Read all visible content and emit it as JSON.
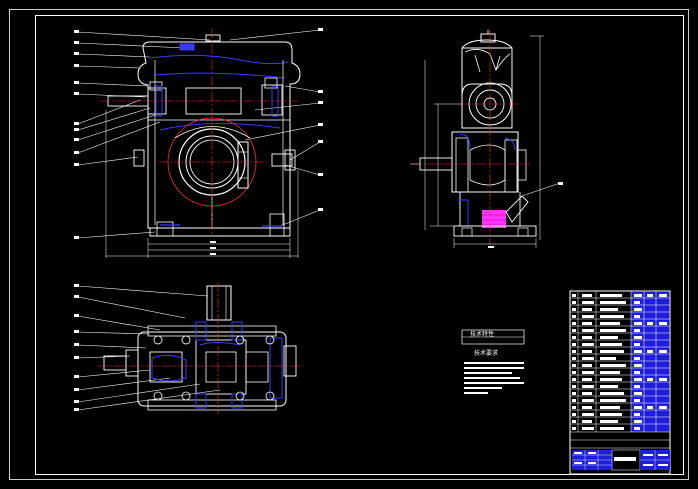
{
  "drawing": {
    "background": "#000000",
    "colors": {
      "outline": "#ffffff",
      "center_line": "#ff2a2a",
      "hidden_line": "#3a3aff",
      "dimension": "#ffffff",
      "highlight": "#ff33ff",
      "title_block_fill": "#1e1ed8"
    },
    "views": [
      "front-view",
      "side-view",
      "top-view"
    ],
    "notes_panel": {
      "heading_1": "技术特性",
      "heading_2": "技术要求"
    }
  }
}
